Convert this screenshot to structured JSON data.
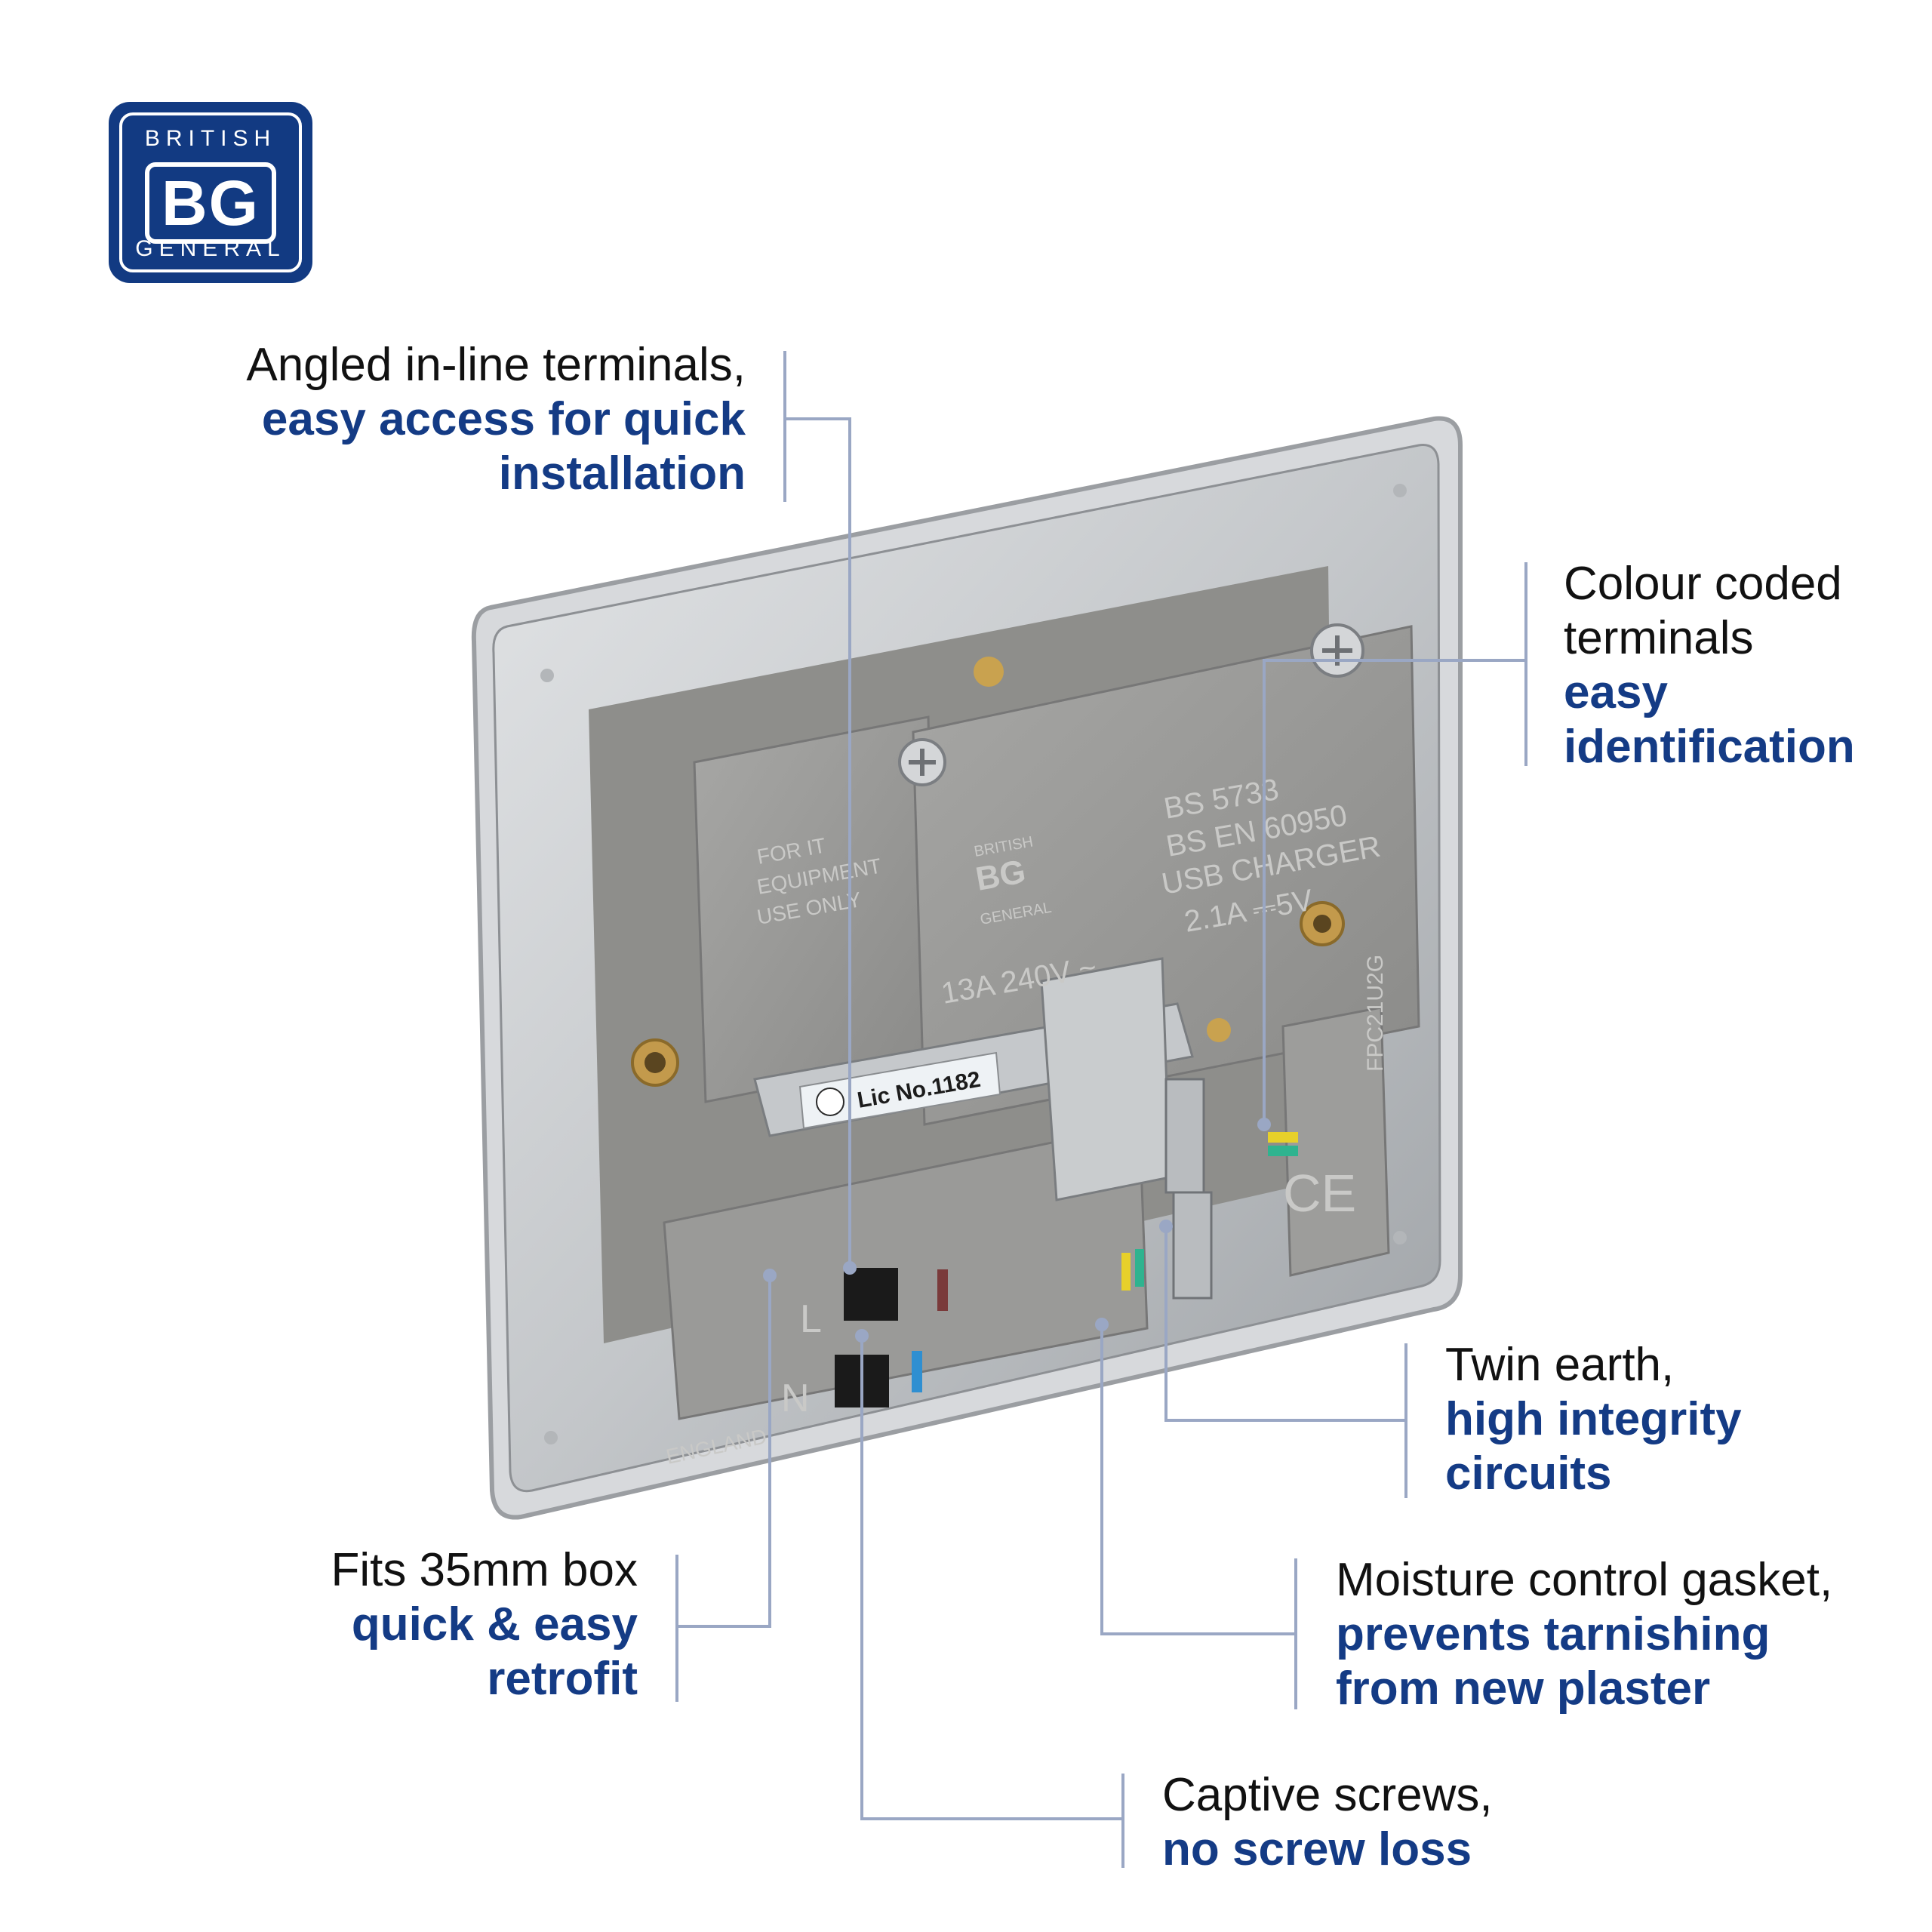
{
  "logo": {
    "top": "BRITISH",
    "mid": "BG",
    "bottom": "GENERAL"
  },
  "callouts": {
    "angled": {
      "line1": "Angled in-line terminals,",
      "line2": "easy access for quick",
      "line3": "installation"
    },
    "colour": {
      "line1": "Colour coded",
      "line2": "terminals",
      "line3": "easy",
      "line4": "identification"
    },
    "twin": {
      "line1": "Twin earth,",
      "line2": "high integrity",
      "line3": "circuits"
    },
    "moisture": {
      "line1": "Moisture control gasket,",
      "line2": "prevents tarnishing",
      "line3": "from new plaster"
    },
    "fits": {
      "line1": "Fits 35mm box",
      "line2": "quick & easy",
      "line3": "retrofit"
    },
    "captive": {
      "line1": "Captive screws,",
      "line2": "no screw loss"
    }
  },
  "product": {
    "cert1": "BS 5733",
    "cert2": "BS EN 60950",
    "cert3": "USB CHARGER",
    "cert4": "2.1A ⎓5V",
    "rating": "13A 240V ~",
    "equip1": "FOR IT",
    "equip2": "EQUIPMENT",
    "equip3": "USE ONLY",
    "lic": "Lic No.1182",
    "code": "FPC21U2G",
    "terminal_l": "L",
    "terminal_n": "N",
    "ce": "CE",
    "made": "ENGLAND",
    "body_logo_top": "BRITISH",
    "body_logo_mid": "BG",
    "body_logo_bot": "GENERAL"
  },
  "colors": {
    "brand": "#143b85",
    "line": "#9aa7c4"
  }
}
